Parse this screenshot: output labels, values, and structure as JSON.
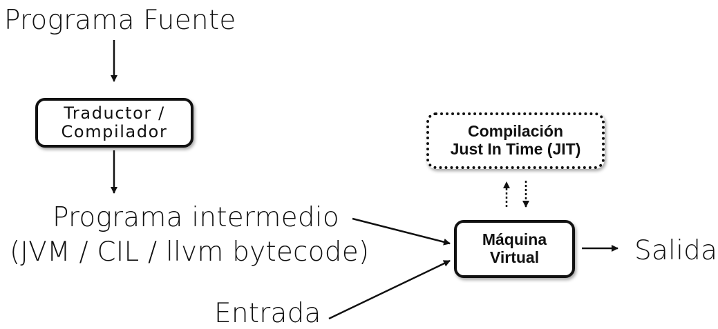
{
  "labels": {
    "programa_fuente": "Programa Fuente",
    "programa_intermedio_line1": "Programa intermedio",
    "programa_intermedio_line2": "(JVM / CIL / llvm bytecode)",
    "entrada": "Entrada",
    "salida": "Salida"
  },
  "boxes": {
    "traductor": {
      "line1": "Traductor /",
      "line2": "Compilador"
    },
    "jit": {
      "line1": "Compilación",
      "line2": "Just In Time (JIT)"
    },
    "maquina_virtual": {
      "line1": "Máquina",
      "line2": "Virtual"
    }
  },
  "colors": {
    "stroke": "#111111",
    "background": "#ffffff"
  }
}
